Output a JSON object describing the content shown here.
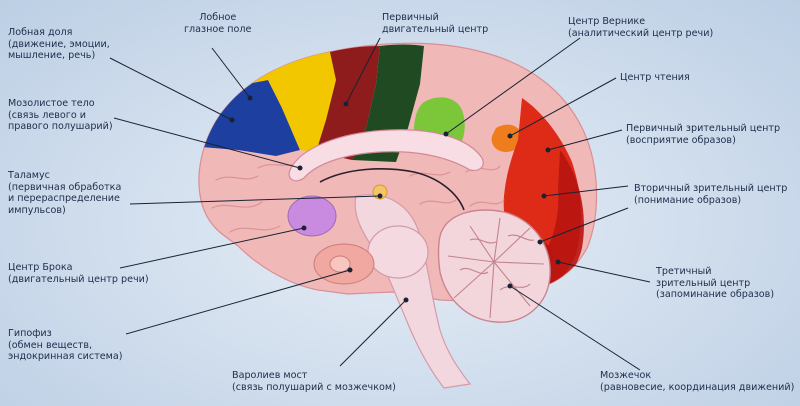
{
  "colors": {
    "brain": "#f1b8b8",
    "blue": "#1c3fa0",
    "yellow": "#f2c700",
    "darkred": "#8e1c1c",
    "darkgreen": "#1f4a22",
    "lightgreen": "#7cc63a",
    "orange": "#ef7d1e",
    "red": "#de2b17",
    "crimson": "#b81411",
    "purple": "#c98be0",
    "stem": "#f3d7de",
    "line": "#1a2233"
  },
  "labels": {
    "frontal_lobe": [
      "Лобная доля",
      "(движение, эмоции,",
      "мышление, речь)"
    ],
    "frontal_eye": [
      "Лобное",
      "глазное поле"
    ],
    "primary_motor": [
      "Первичный",
      "двигательный центр"
    ],
    "wernicke": [
      "Центр Вернике",
      "(аналитический центр речи)"
    ],
    "reading": [
      "Центр чтения"
    ],
    "primary_visual": [
      "Первичный зрительный центр",
      "(восприятие образов)"
    ],
    "secondary_visual": [
      "Вторичный зрительный центр",
      "(понимание образов)"
    ],
    "tertiary_visual": [
      "Третичный",
      "зрительный центр",
      "(запоминание образов)"
    ],
    "cerebellum": [
      "Мозжечок",
      "(равновесие, координация движений)"
    ],
    "pons": [
      "Варолиев мост",
      "(связь полушарий с мозжечком)"
    ],
    "pituitary": [
      "Гипофиз",
      "(обмен веществ,",
      "эндокринная система)"
    ],
    "broca": [
      "Центр Брока",
      "(двигательный центр речи)"
    ],
    "thalamus": [
      "Таламус",
      "(первичная обработка",
      "и перераспределение",
      "импульсов)"
    ],
    "corpus_callosum": [
      "Мозолистое тело",
      "(связь левого и",
      "правого полушарий)"
    ]
  }
}
